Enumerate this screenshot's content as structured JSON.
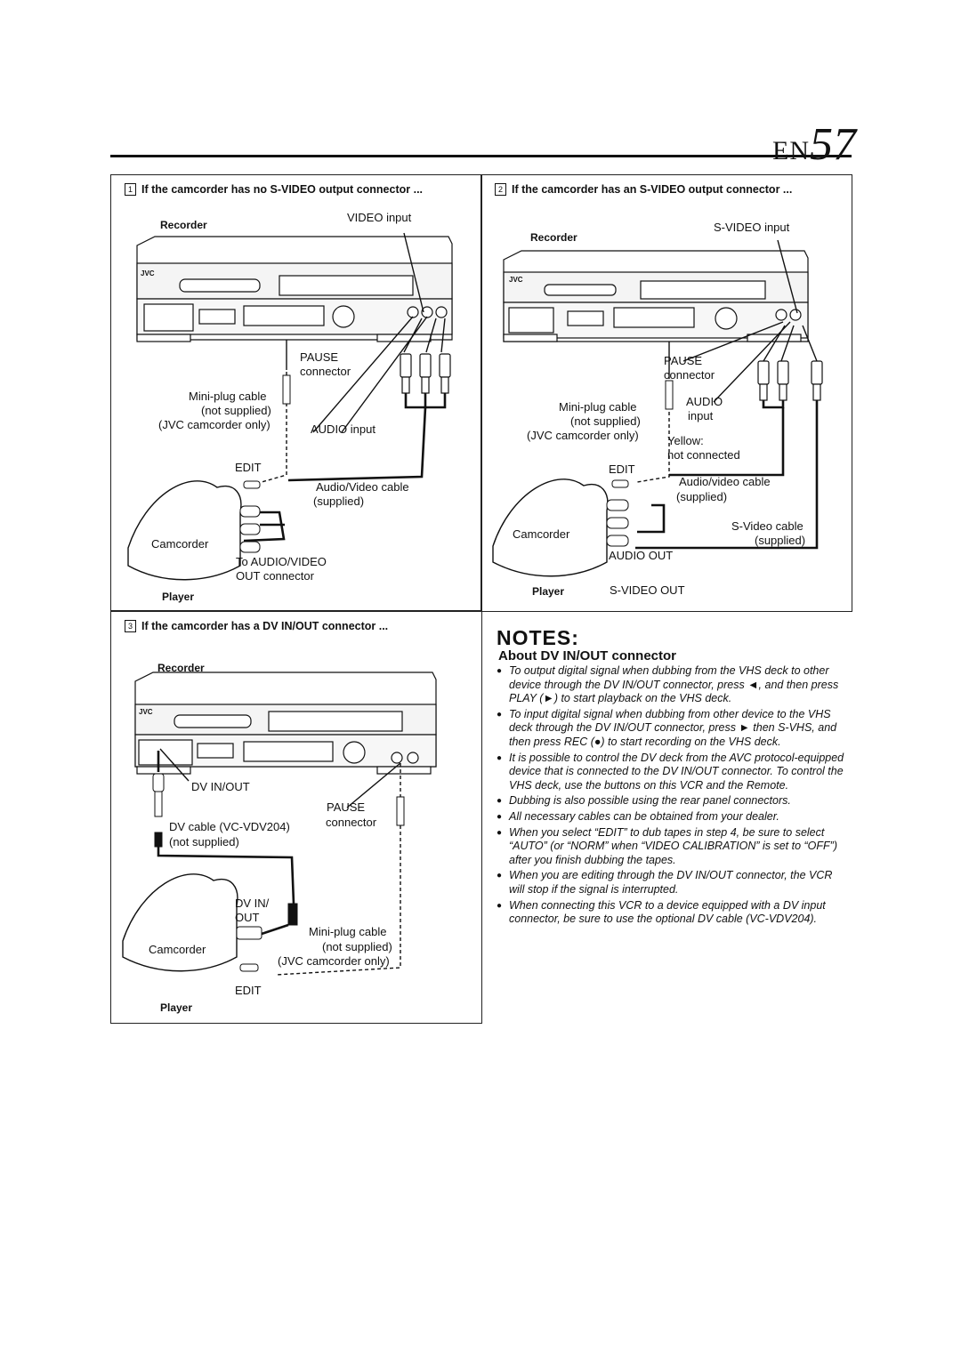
{
  "page": {
    "lang": "EN",
    "number": "57"
  },
  "steps": [
    {
      "num": "1",
      "title": "If the camcorder has no S-VIDEO output connector ..."
    },
    {
      "num": "2",
      "title": "If the camcorder has an S-VIDEO output connector ..."
    },
    {
      "num": "3",
      "title": "If the camcorder has a DV IN/OUT connector ..."
    }
  ],
  "diagram1": {
    "recorder": "Recorder",
    "video_input": "VIDEO input",
    "pause": "PAUSE",
    "connector": "connector",
    "mini_plug": "Mini-plug cable",
    "not_supplied": "(not supplied)",
    "jvc_only": "(JVC camcorder only)",
    "audio_input": "AUDIO input",
    "edit": "EDIT",
    "av_cable": "Audio/Video cable",
    "supplied": "(supplied)",
    "camcorder": "Camcorder",
    "to_av": "To AUDIO/VIDEO",
    "out_connector": "OUT connector",
    "player": "Player"
  },
  "diagram2": {
    "recorder": "Recorder",
    "svideo_input": "S-VIDEO input",
    "pause": "PAUSE",
    "connector": "connector",
    "mini_plug": "Mini-plug cable",
    "not_supplied": "(not supplied)",
    "jvc_only": "(JVC camcorder only)",
    "audio": "AUDIO",
    "input": "input",
    "yellow": "Yellow:",
    "not_connected": "not connected",
    "edit": "EDIT",
    "av_cable": "Audio/video cable",
    "supplied": "(supplied)",
    "sv_cable": "S-Video cable",
    "sv_supplied": "(supplied)",
    "camcorder": "Camcorder",
    "audio_out": "AUDIO OUT",
    "player": "Player",
    "svideo_out": "S-VIDEO OUT"
  },
  "diagram3": {
    "recorder": "Recorder",
    "dv_inout": "DV IN/OUT",
    "pause": "PAUSE",
    "connector": "connector",
    "dv_cable": "DV cable (VC-VDV204)",
    "not_supplied": "(not supplied)",
    "dv_in": "DV IN/",
    "out": "OUT",
    "mini_plug": "Mini-plug cable",
    "not_supplied2": "(not supplied)",
    "jvc_only": "(JVC camcorder only)",
    "camcorder": "Camcorder",
    "edit": "EDIT",
    "player": "Player"
  },
  "notes": {
    "title": "NOTES:",
    "subtitle": "About DV IN/OUT connector",
    "items": [
      "To output digital signal when dubbing from the VHS deck to other device through the DV IN/OUT connector, press ◄, and then press PLAY (►) to start playback on the VHS deck.",
      "To input digital signal when dubbing from other device to the VHS deck through the DV IN/OUT connector, press ► then S-VHS, and then press REC (●) to start recording on the VHS deck.",
      "It is possible to control the DV deck from the AVC protocol-equipped device that is connected to the DV IN/OUT connector. To control the VHS deck, use the buttons on this VCR and the Remote.",
      "Dubbing is also possible using the rear panel connectors.",
      "All necessary cables can be obtained from your dealer.",
      "When you select “EDIT” to dub tapes in step 4, be sure to select “AUTO” (or “NORM” when “VIDEO CALIBRATION” is set to “OFF”) after you finish dubbing the tapes.",
      "When you are editing through the DV IN/OUT connector, the VCR will stop if the signal is interrupted.",
      "When connecting this VCR to a device equipped with a DV input connector, be sure to use the optional DV cable (VC-VDV204)."
    ]
  }
}
